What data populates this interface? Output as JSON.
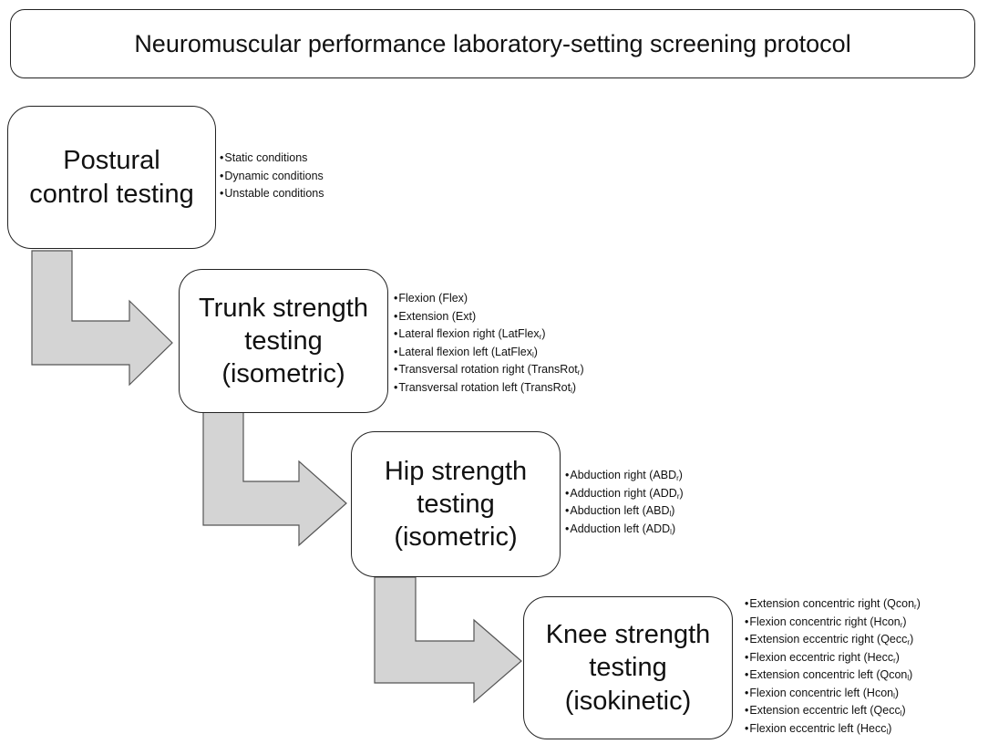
{
  "title": "Neuromuscular performance laboratory-setting screening protocol",
  "arrow_color": "#d4d4d4",
  "steps": [
    {
      "lines": [
        "Postural",
        "control testing"
      ],
      "items": [
        {
          "text": "Static conditions",
          "sub": ""
        },
        {
          "text": "Dynamic conditions",
          "sub": ""
        },
        {
          "text": "Unstable conditions",
          "sub": ""
        }
      ]
    },
    {
      "lines": [
        "Trunk strength",
        "testing",
        "(isometric)"
      ],
      "items": [
        {
          "text": "Flexion (Flex)",
          "sub": ""
        },
        {
          "text": "Extension (Ext)",
          "sub": ""
        },
        {
          "text": "Lateral flexion right (LatFlex",
          "sub": "r",
          "tail": ")"
        },
        {
          "text": "Lateral flexion left (LatFlex",
          "sub": "l",
          "tail": ")"
        },
        {
          "text": "Transversal rotation right (TransRot",
          "sub": "r",
          "tail": ")"
        },
        {
          "text": "Transversal rotation left (TransRot",
          "sub": "l",
          "tail": ")"
        }
      ]
    },
    {
      "lines": [
        "Hip strength",
        "testing",
        "(isometric)"
      ],
      "items": [
        {
          "text": "Abduction right (ABD",
          "sub": "r",
          "tail": ")"
        },
        {
          "text": "Adduction right (ADD",
          "sub": "r",
          "tail": ")"
        },
        {
          "text": "Abduction left (ABD",
          "sub": "l",
          "tail": ")"
        },
        {
          "text": "Adduction left (ADD",
          "sub": "l",
          "tail": ")"
        }
      ]
    },
    {
      "lines": [
        "Knee strength",
        "testing",
        "(isokinetic)"
      ],
      "items": [
        {
          "text": "Extension concentric right (Qcon",
          "sub": "r",
          "tail": ")"
        },
        {
          "text": "Flexion concentric right (Hcon",
          "sub": "r",
          "tail": ")"
        },
        {
          "text": "Extension eccentric right (Qecc",
          "sub": "r",
          "tail": ")"
        },
        {
          "text": "Flexion eccentric right (Hecc",
          "sub": "r",
          "tail": ")"
        },
        {
          "text": "Extension concentric left (Qcon",
          "sub": "l",
          "tail": ")"
        },
        {
          "text": "Flexion concentric left (Hcon",
          "sub": "l",
          "tail": ")"
        },
        {
          "text": "Extension eccentric left (Qecc",
          "sub": "l",
          "tail": ")"
        },
        {
          "text": "Flexion eccentric left (Hecc",
          "sub": "l",
          "tail": ")"
        }
      ]
    }
  ]
}
